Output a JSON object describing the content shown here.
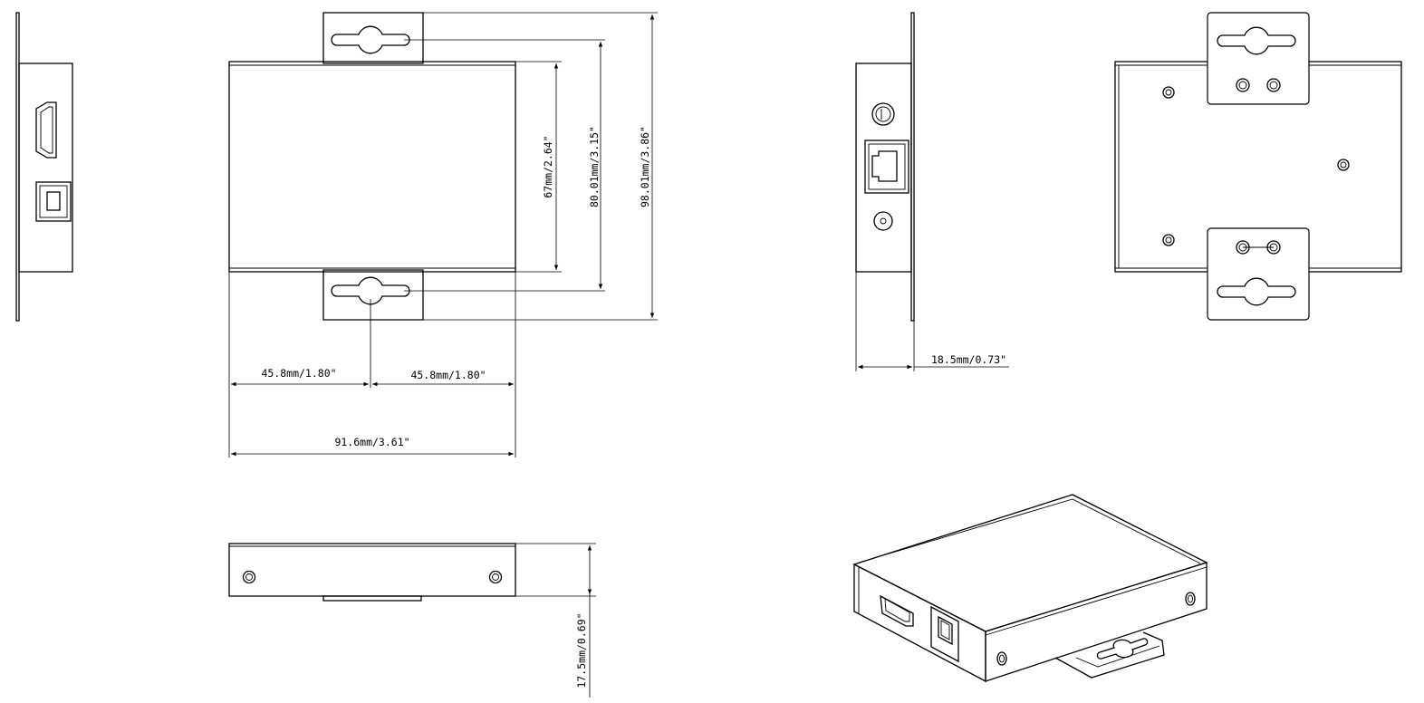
{
  "dimensions": {
    "half_width_left": "45.8mm/1.80\"",
    "half_width_right": "45.8mm/1.80\"",
    "total_width": "91.6mm/3.61\"",
    "body_height": "67mm/2.64\"",
    "bracket_hole_spacing": "80.01mm/3.15\"",
    "bracket_total_height": "98.01mm/3.86\"",
    "side_depth": "18.5mm/0.73\"",
    "thickness": "17.5mm/0.69\""
  },
  "ports": {
    "left_side": [
      "hdmi-port-icon",
      "usb-b-port-icon"
    ],
    "right_side": [
      "audio-jack-icon",
      "rj45-port-icon",
      "dc-power-jack-icon"
    ]
  },
  "colors": {
    "line": "#000000",
    "background": "#ffffff"
  }
}
